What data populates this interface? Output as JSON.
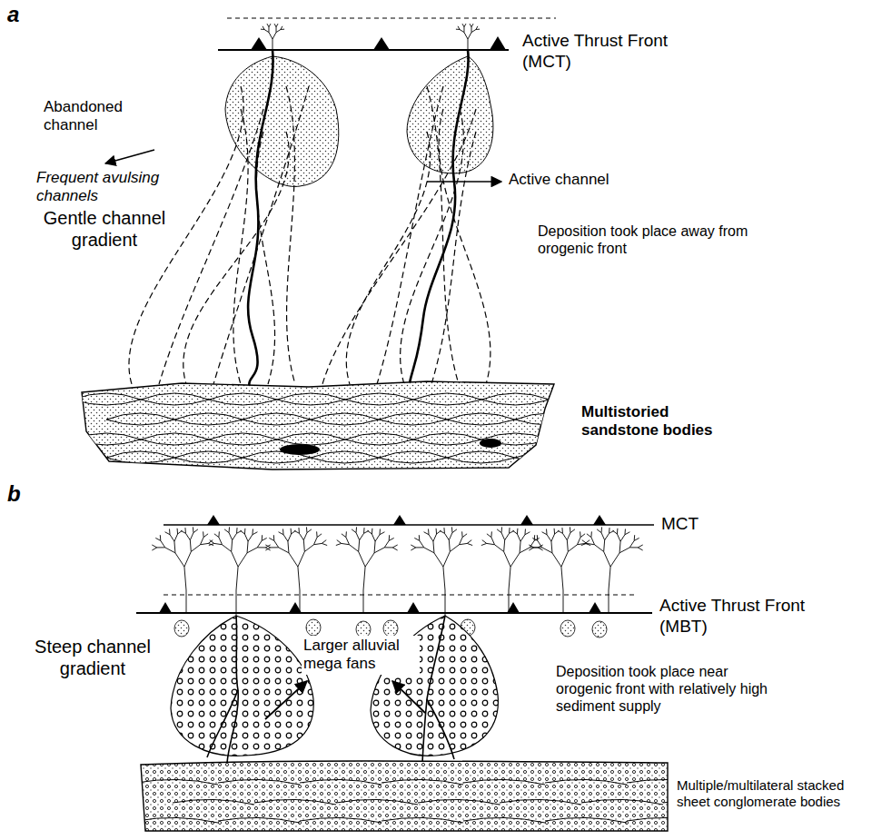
{
  "diagram": {
    "labels": [
      "a",
      "Active Thrust Front (MCT)",
      "Abandoned channel",
      "Frequent avulsing channels",
      "Gentle channel gradient",
      "Active channel",
      "Deposition took place away from orogenic front",
      "Multistoried sandstone bodies",
      "b",
      "MCT",
      "Active Thrust Front (MBT)",
      "Steep channel gradient",
      "Larger alluvial mega fans",
      "Deposition took place near orogenic front with relatively high sediment supply",
      "Multiple/multilateral stacked sheet conglomerate bodies"
    ]
  }
}
